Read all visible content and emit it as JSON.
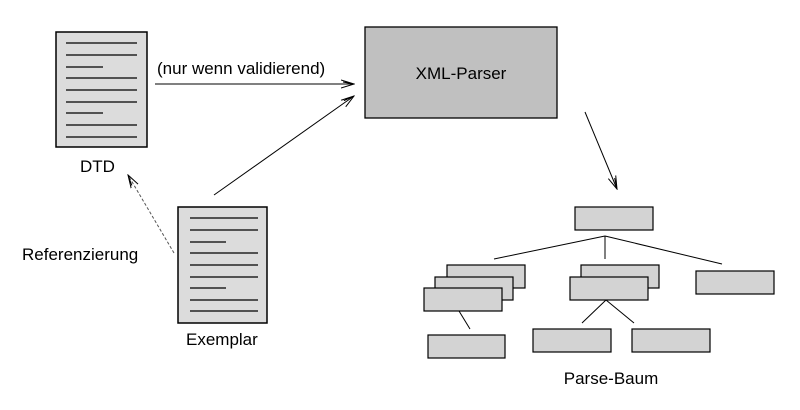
{
  "diagram": {
    "labels": {
      "dtd": "DTD",
      "exemplar": "Exemplar",
      "referencing": "Referenzierung",
      "validating_note": "(nur wenn validierend)",
      "parser": "XML-Parser",
      "parse_tree": "Parse-Baum"
    },
    "colors": {
      "document_fill": "#dcdcdc",
      "parser_fill": "#c0c0c0",
      "node_fill": "#d3d3d3",
      "stroke": "#000000"
    },
    "documents": [
      {
        "id": "dtd",
        "label": "DTD",
        "text_lines": 9,
        "short_lines": [
          3,
          7
        ]
      },
      {
        "id": "exemplar",
        "label": "Exemplar",
        "text_lines": 9,
        "short_lines": [
          3,
          7
        ]
      }
    ],
    "edges": [
      {
        "from": "dtd",
        "to": "xml-parser",
        "label": "(nur wenn validierend)",
        "style": "solid"
      },
      {
        "from": "exemplar",
        "to": "xml-parser",
        "style": "solid"
      },
      {
        "from": "exemplar",
        "to": "dtd",
        "label": "Referenzierung",
        "style": "dashed"
      },
      {
        "from": "xml-parser",
        "to": "parse-tree",
        "style": "solid"
      }
    ],
    "parse_tree": {
      "root": "root",
      "children": [
        {
          "id": "left-stack",
          "stacked": 3,
          "children": [
            "left-leaf"
          ]
        },
        {
          "id": "middle-stack",
          "stacked": 2,
          "children": [
            "middle-leaf-1",
            "middle-leaf-2"
          ]
        },
        {
          "id": "right-node",
          "stacked": 1,
          "children": []
        }
      ]
    }
  }
}
